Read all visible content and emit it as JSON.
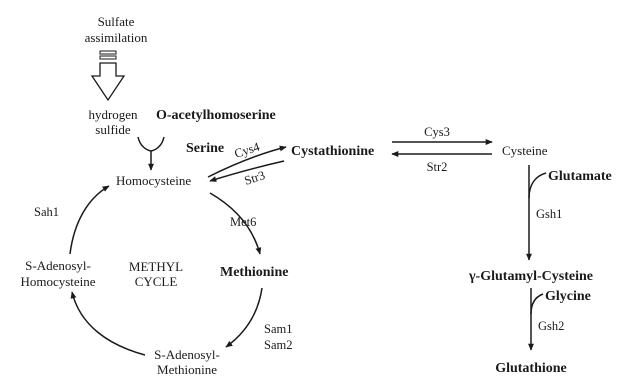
{
  "inputs": {
    "sulfate_line1": "Sulfate",
    "sulfate_line2": "assimilation",
    "h2s_line1": "hydrogen",
    "h2s_line2": "sulfide",
    "o_acetyl": "O-acetylhomoserine"
  },
  "metabolites": {
    "homocysteine": "Homocysteine",
    "serine": "Serine",
    "cystathionine": "Cystathionine",
    "cysteine": "Cysteine",
    "glutamate": "Glutamate",
    "gamma_glu_cys": "γ-Glutamyl-Cysteine",
    "glycine": "Glycine",
    "glutathione": "Glutathione",
    "methionine": "Methionine",
    "sam_line1": "S-Adenosyl-",
    "sam_line2": "Methionine",
    "sah_line1": "S-Adenosyl-",
    "sah_line2": "Homocysteine"
  },
  "cycle": {
    "line1": "METHYL",
    "line2": "CYCLE"
  },
  "enzymes": {
    "cys4": "Cys4",
    "str3": "Str3",
    "cys3": "Cys3",
    "str2": "Str2",
    "gsh1": "Gsh1",
    "gsh2": "Gsh2",
    "met6": "Met6",
    "sam1": "Sam1",
    "sam2": "Sam2",
    "sah1": "Sah1"
  }
}
